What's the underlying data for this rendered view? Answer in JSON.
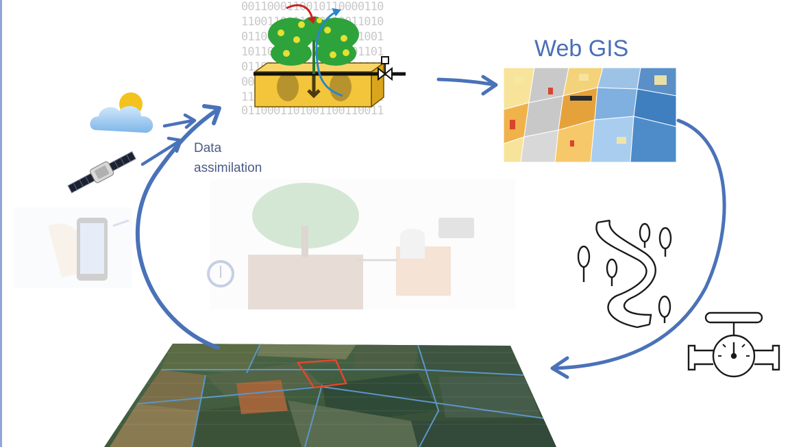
{
  "labels": {
    "web_gis": "Web GIS",
    "data_assimilation_line1": "Data",
    "data_assimilation_line2": "assimilation"
  },
  "binary_rows": [
    "0011000110010110000110",
    "1100110011000110011010",
    "0110011001100110011001",
    "1011001101101011101101",
    "0110001101001100110011",
    "0011001101100110011010",
    "1100110011001100110011",
    "0110001101001100110011"
  ],
  "icons": {
    "sun": "sun-icon",
    "cloud": "cloud-icon",
    "satellite": "satellite-icon",
    "smartphone": "smartphone-icon",
    "river_forest": "river-forest-icon",
    "pressure_valve": "valve-gauge-icon"
  },
  "colors": {
    "arrow": "#4a72b8",
    "title": "#4a6fb5",
    "plant": "#2ea33b",
    "fruit": "#e5e031",
    "soil_block": "#f3c53a",
    "red_flux": "#c8241f",
    "blue_flux": "#2b86c9",
    "selected_field": "#e8452c"
  }
}
